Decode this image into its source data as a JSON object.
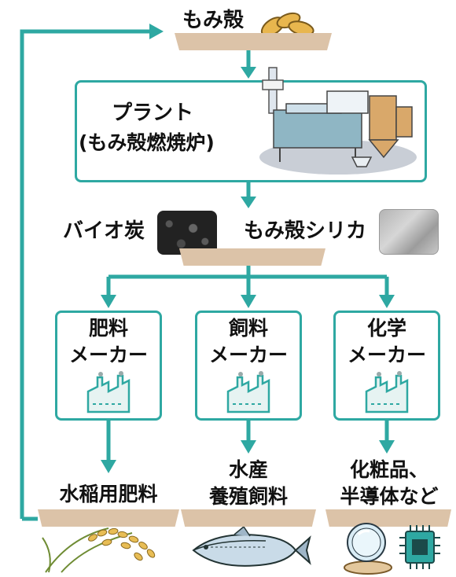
{
  "top_input": {
    "label": "もみ殻"
  },
  "plant": {
    "line1": "プラント",
    "line2": "(もみ殻燃焼炉)"
  },
  "outputs": {
    "left": "バイオ炭",
    "right": "もみ殻シリカ"
  },
  "makers": [
    {
      "line1": "肥料",
      "line2": "メーカー"
    },
    {
      "line1": "飼料",
      "line2": "メーカー"
    },
    {
      "line1": "化学",
      "line2": "メーカー"
    }
  ],
  "products": [
    {
      "lines": [
        "水稲用肥料"
      ]
    },
    {
      "lines": [
        "水産",
        "養殖飼料"
      ]
    },
    {
      "lines": [
        "化粧品、",
        "半導体など"
      ]
    }
  ],
  "colors": {
    "arrow": "#2ea8a2",
    "stand": "#dcc3a8",
    "box_border": "#2ea8a2",
    "factory_icon": "#2ea8a2"
  },
  "icons": [
    "rice-husk-icon",
    "plant-machine-illustration",
    "biochar-photo",
    "silica-photo",
    "factory-icon",
    "rice-plant-icon",
    "fish-icon",
    "cosmetics-icon",
    "semiconductor-chip-icon"
  ]
}
